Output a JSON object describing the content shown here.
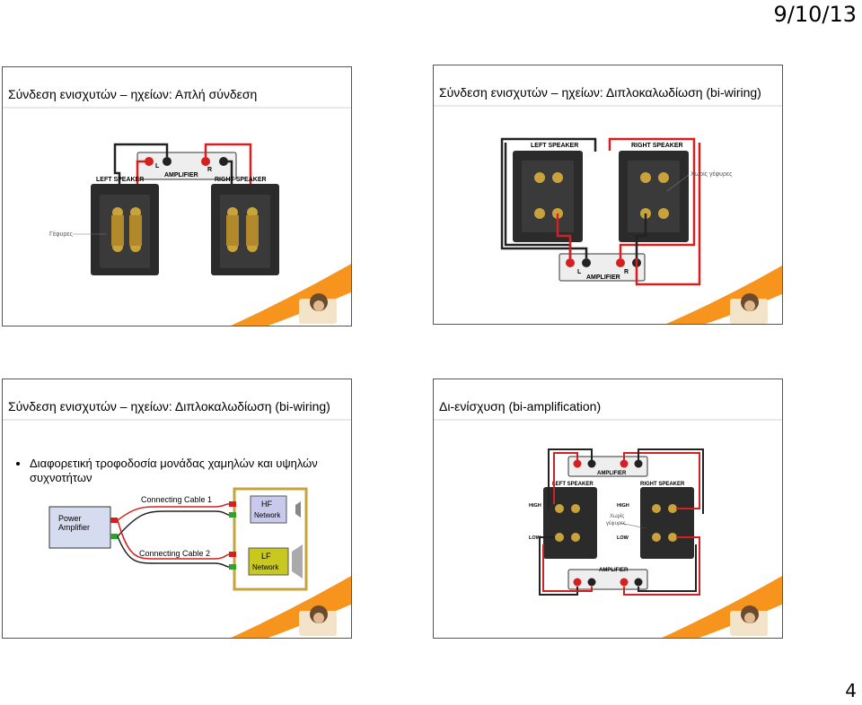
{
  "header": {
    "date": "9/10/13"
  },
  "footer": {
    "page_number": "4"
  },
  "slides": [
    {
      "title": "Σύνδεση ενισχυτών – ηχείων: Απλή σύνδεση",
      "labels": {
        "amplifier": "AMPLIFIER",
        "left_speaker": "LEFT SPEAKER",
        "right_speaker": "RIGHT SPEAKER",
        "l": "L",
        "r": "R",
        "bridges": "Γέφυρες"
      }
    },
    {
      "title": "Σύνδεση ενισχυτών – ηχείων: Διπλοκαλωδίωση (bi-wiring)",
      "labels": {
        "left_speaker": "LEFT SPEAKER",
        "right_speaker": "RIGHT SPEAKER",
        "amplifier": "AMPLIFIER",
        "l": "L",
        "r": "R",
        "no_bridges": "Χωρίς γέφυρες"
      }
    },
    {
      "title": "Σύνδεση ενισχυτών – ηχείων: Διπλοκαλωδίωση (bi-wiring)",
      "bullets": [
        "Διαφορετική τροφοδοσία μονάδας χαμηλών και υψηλών συχνοτήτων"
      ],
      "labels": {
        "power_amp_1": "Power",
        "power_amp_2": "Amplifier",
        "cable1": "Connecting Cable  1",
        "cable2": "Connecting Cable  2",
        "hf_1": "HF",
        "hf_2": "Network",
        "lf_1": "LF",
        "lf_2": "Network"
      }
    },
    {
      "title": "Δι-ενίσχυση (bi-amplification)",
      "labels": {
        "amplifier_top": "AMPLIFIER",
        "amplifier_bottom": "AMPLIFIER",
        "left_speaker": "LEFT SPEAKER",
        "right_speaker": "RIGHT SPEAKER",
        "high_left": "HIGH",
        "high_right": "HIGH",
        "low_left": "LOW",
        "low_right": "LOW",
        "no_bridges_1": "Χωρίς",
        "no_bridges_2": "γέφυρες"
      }
    }
  ],
  "colors": {
    "wire_red": "#d42020",
    "wire_black": "#222222",
    "panel": "#2b2b2b",
    "gold": "#c8a23a",
    "accent_orange": "#f7941d",
    "hf_box": "#c9c9ee",
    "lf_box": "#c8c820"
  }
}
